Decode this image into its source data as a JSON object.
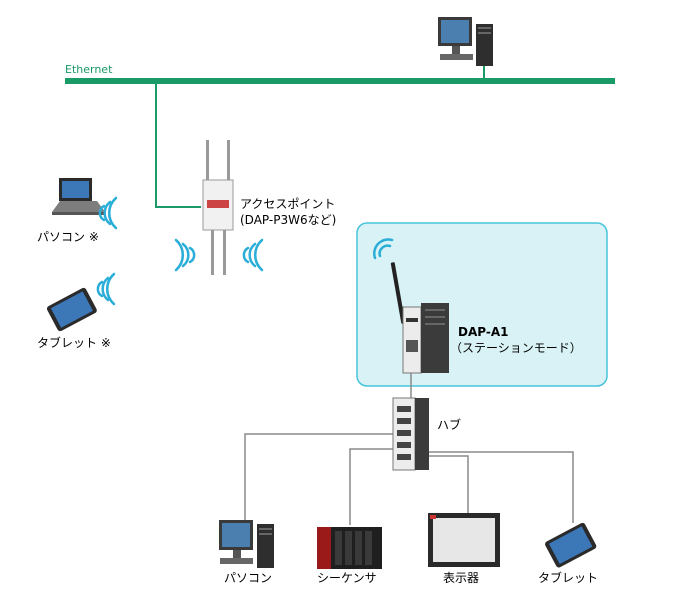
{
  "network": {
    "ethernet_label": "Ethernet",
    "access_point": {
      "name": "アクセスポイント",
      "model": "(DAP-P3W6など)"
    },
    "wireless_clients": [
      {
        "label": "パソコン ※"
      },
      {
        "label": "タブレット ※"
      }
    ],
    "converter": {
      "name": "DAP-A1",
      "mode": "（ステーションモード）"
    },
    "hub_label": "ハブ",
    "wired_devices": [
      {
        "label": "パソコン"
      },
      {
        "label": "シーケンサ"
      },
      {
        "label": "表示器"
      },
      {
        "label": "タブレット"
      }
    ]
  },
  "colors": {
    "ethernet_line": "#1a9a67",
    "lines": "#8a8a8a",
    "wireless_waves": "#2aaed8",
    "highlight_fill": "#d9f2f5",
    "highlight_border": "#45c4dc"
  },
  "icons": [
    "desktop-pc-icon",
    "laptop-icon",
    "tablet-icon",
    "access-point-icon",
    "dap-a1-device-icon",
    "switching-hub-icon",
    "plc-icon",
    "hmi-display-icon"
  ]
}
